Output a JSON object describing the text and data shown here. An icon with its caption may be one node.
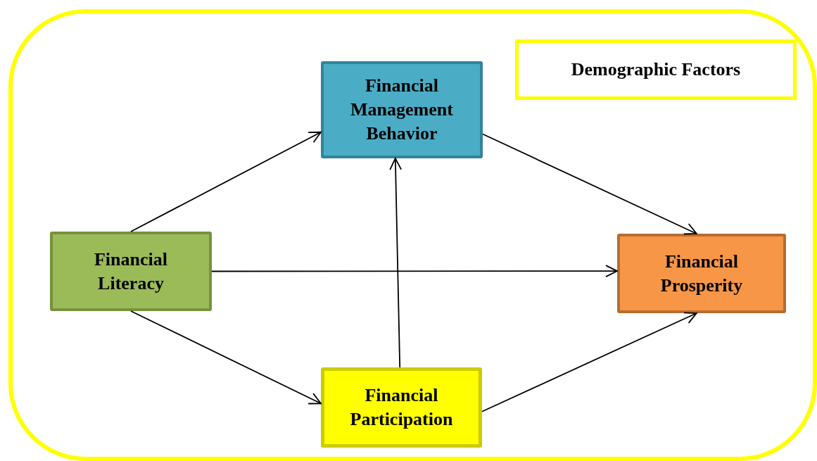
{
  "diagram": {
    "nodes": [
      {
        "text": [],
        "shape": "box"
      },
      {
        "text": [
          "Demographic Factors"
        ],
        "in": 0
      },
      {
        "text": [
          "Financial Management Behavior"
        ],
        "in": 0
      },
      {
        "text": [
          "Financial Literacy"
        ],
        "in": 0
      },
      {
        "text": [
          "Financial Prosperity"
        ],
        "in": 0
      },
      {
        "text": [
          "Financial Participation"
        ],
        "in": 0
      }
    ],
    "edges": [
      {
        "from": 3,
        "to": 2,
        "arrow": "to"
      },
      {
        "from": 3,
        "to": 4,
        "arrow": "to"
      },
      {
        "from": 3,
        "to": 5,
        "arrow": "to"
      },
      {
        "from": 5,
        "to": 2,
        "arrow": "to"
      },
      {
        "from": 2,
        "to": 4,
        "arrow": "to"
      },
      {
        "from": 5,
        "to": 4,
        "arrow": "to"
      }
    ]
  }
}
